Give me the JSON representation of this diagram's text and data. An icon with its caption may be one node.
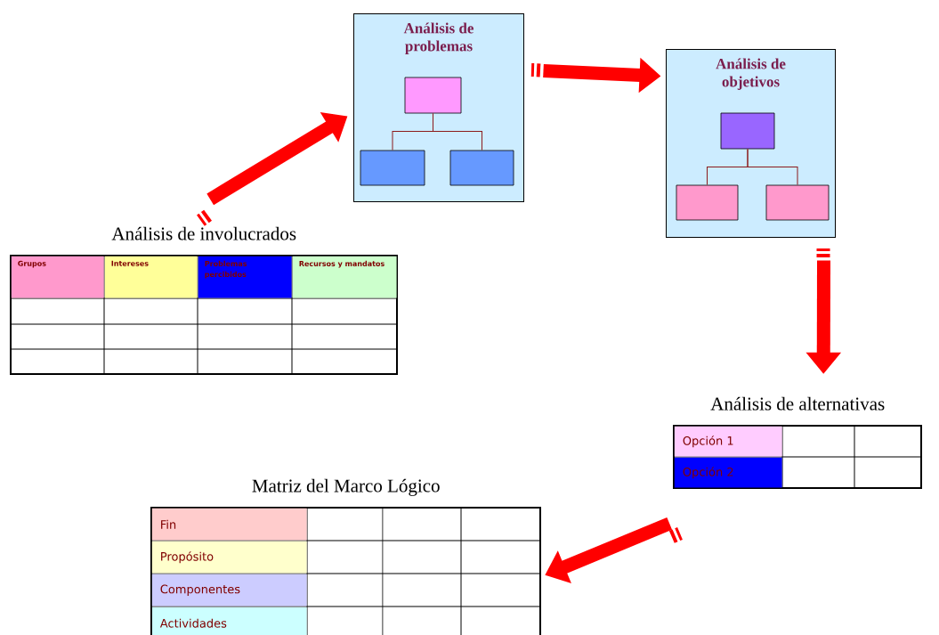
{
  "diagram": {
    "nodes": [
      {
        "text": [
          "Análisis de involucrados"
        ]
      },
      {
        "text": [
          "Grupos"
        ],
        "in": 0
      },
      {
        "text": [
          "Intereses"
        ],
        "in": 0
      },
      {
        "text": [
          "Problemas percibidos"
        ],
        "in": 0
      },
      {
        "text": [
          "Recursos y mandatos"
        ],
        "in": 0
      },
      {
        "text": [
          "Análisis de problemas"
        ]
      },
      {
        "text": [],
        "shape": "box",
        "in": 5
      },
      {
        "text": [],
        "shape": "box",
        "in": 5
      },
      {
        "text": [],
        "shape": "box",
        "in": 5
      },
      {
        "text": [
          "Análisis de objetivos"
        ]
      },
      {
        "text": [],
        "shape": "box",
        "in": 9
      },
      {
        "text": [],
        "shape": "box",
        "in": 9
      },
      {
        "text": [],
        "shape": "box",
        "in": 9
      },
      {
        "text": [
          "Análisis de alternativas"
        ]
      },
      {
        "text": [
          "Opción 1"
        ],
        "in": 13
      },
      {
        "text": [
          "Opción 2"
        ],
        "in": 13
      },
      {
        "text": [
          "Matriz del Marco Lógico"
        ]
      },
      {
        "text": [
          "Fin"
        ],
        "in": 16
      },
      {
        "text": [
          "Propósito"
        ],
        "in": 16
      },
      {
        "text": [
          "Componentes"
        ],
        "in": 16
      },
      {
        "text": [
          "Actividades"
        ],
        "in": 16
      }
    ],
    "edges": [
      {
        "from": 0,
        "to": 5,
        "arrow": "to",
        "style": "thick",
        "color": "#ff0000"
      },
      {
        "from": 6,
        "to": 7,
        "arrow": "none",
        "color": "#8b1a1a"
      },
      {
        "from": 6,
        "to": 8,
        "arrow": "none",
        "color": "#8b1a1a"
      },
      {
        "from": 5,
        "to": 9,
        "arrow": "to",
        "style": "thick",
        "color": "#ff0000"
      },
      {
        "from": 10,
        "to": 11,
        "arrow": "none",
        "color": "#8b1a1a"
      },
      {
        "from": 10,
        "to": 12,
        "arrow": "none",
        "color": "#8b1a1a"
      },
      {
        "from": 9,
        "to": 13,
        "arrow": "to",
        "style": "thick",
        "color": "#ff0000"
      },
      {
        "from": 13,
        "to": 16,
        "arrow": "to",
        "style": "thick",
        "color": "#ff0000"
      }
    ]
  }
}
